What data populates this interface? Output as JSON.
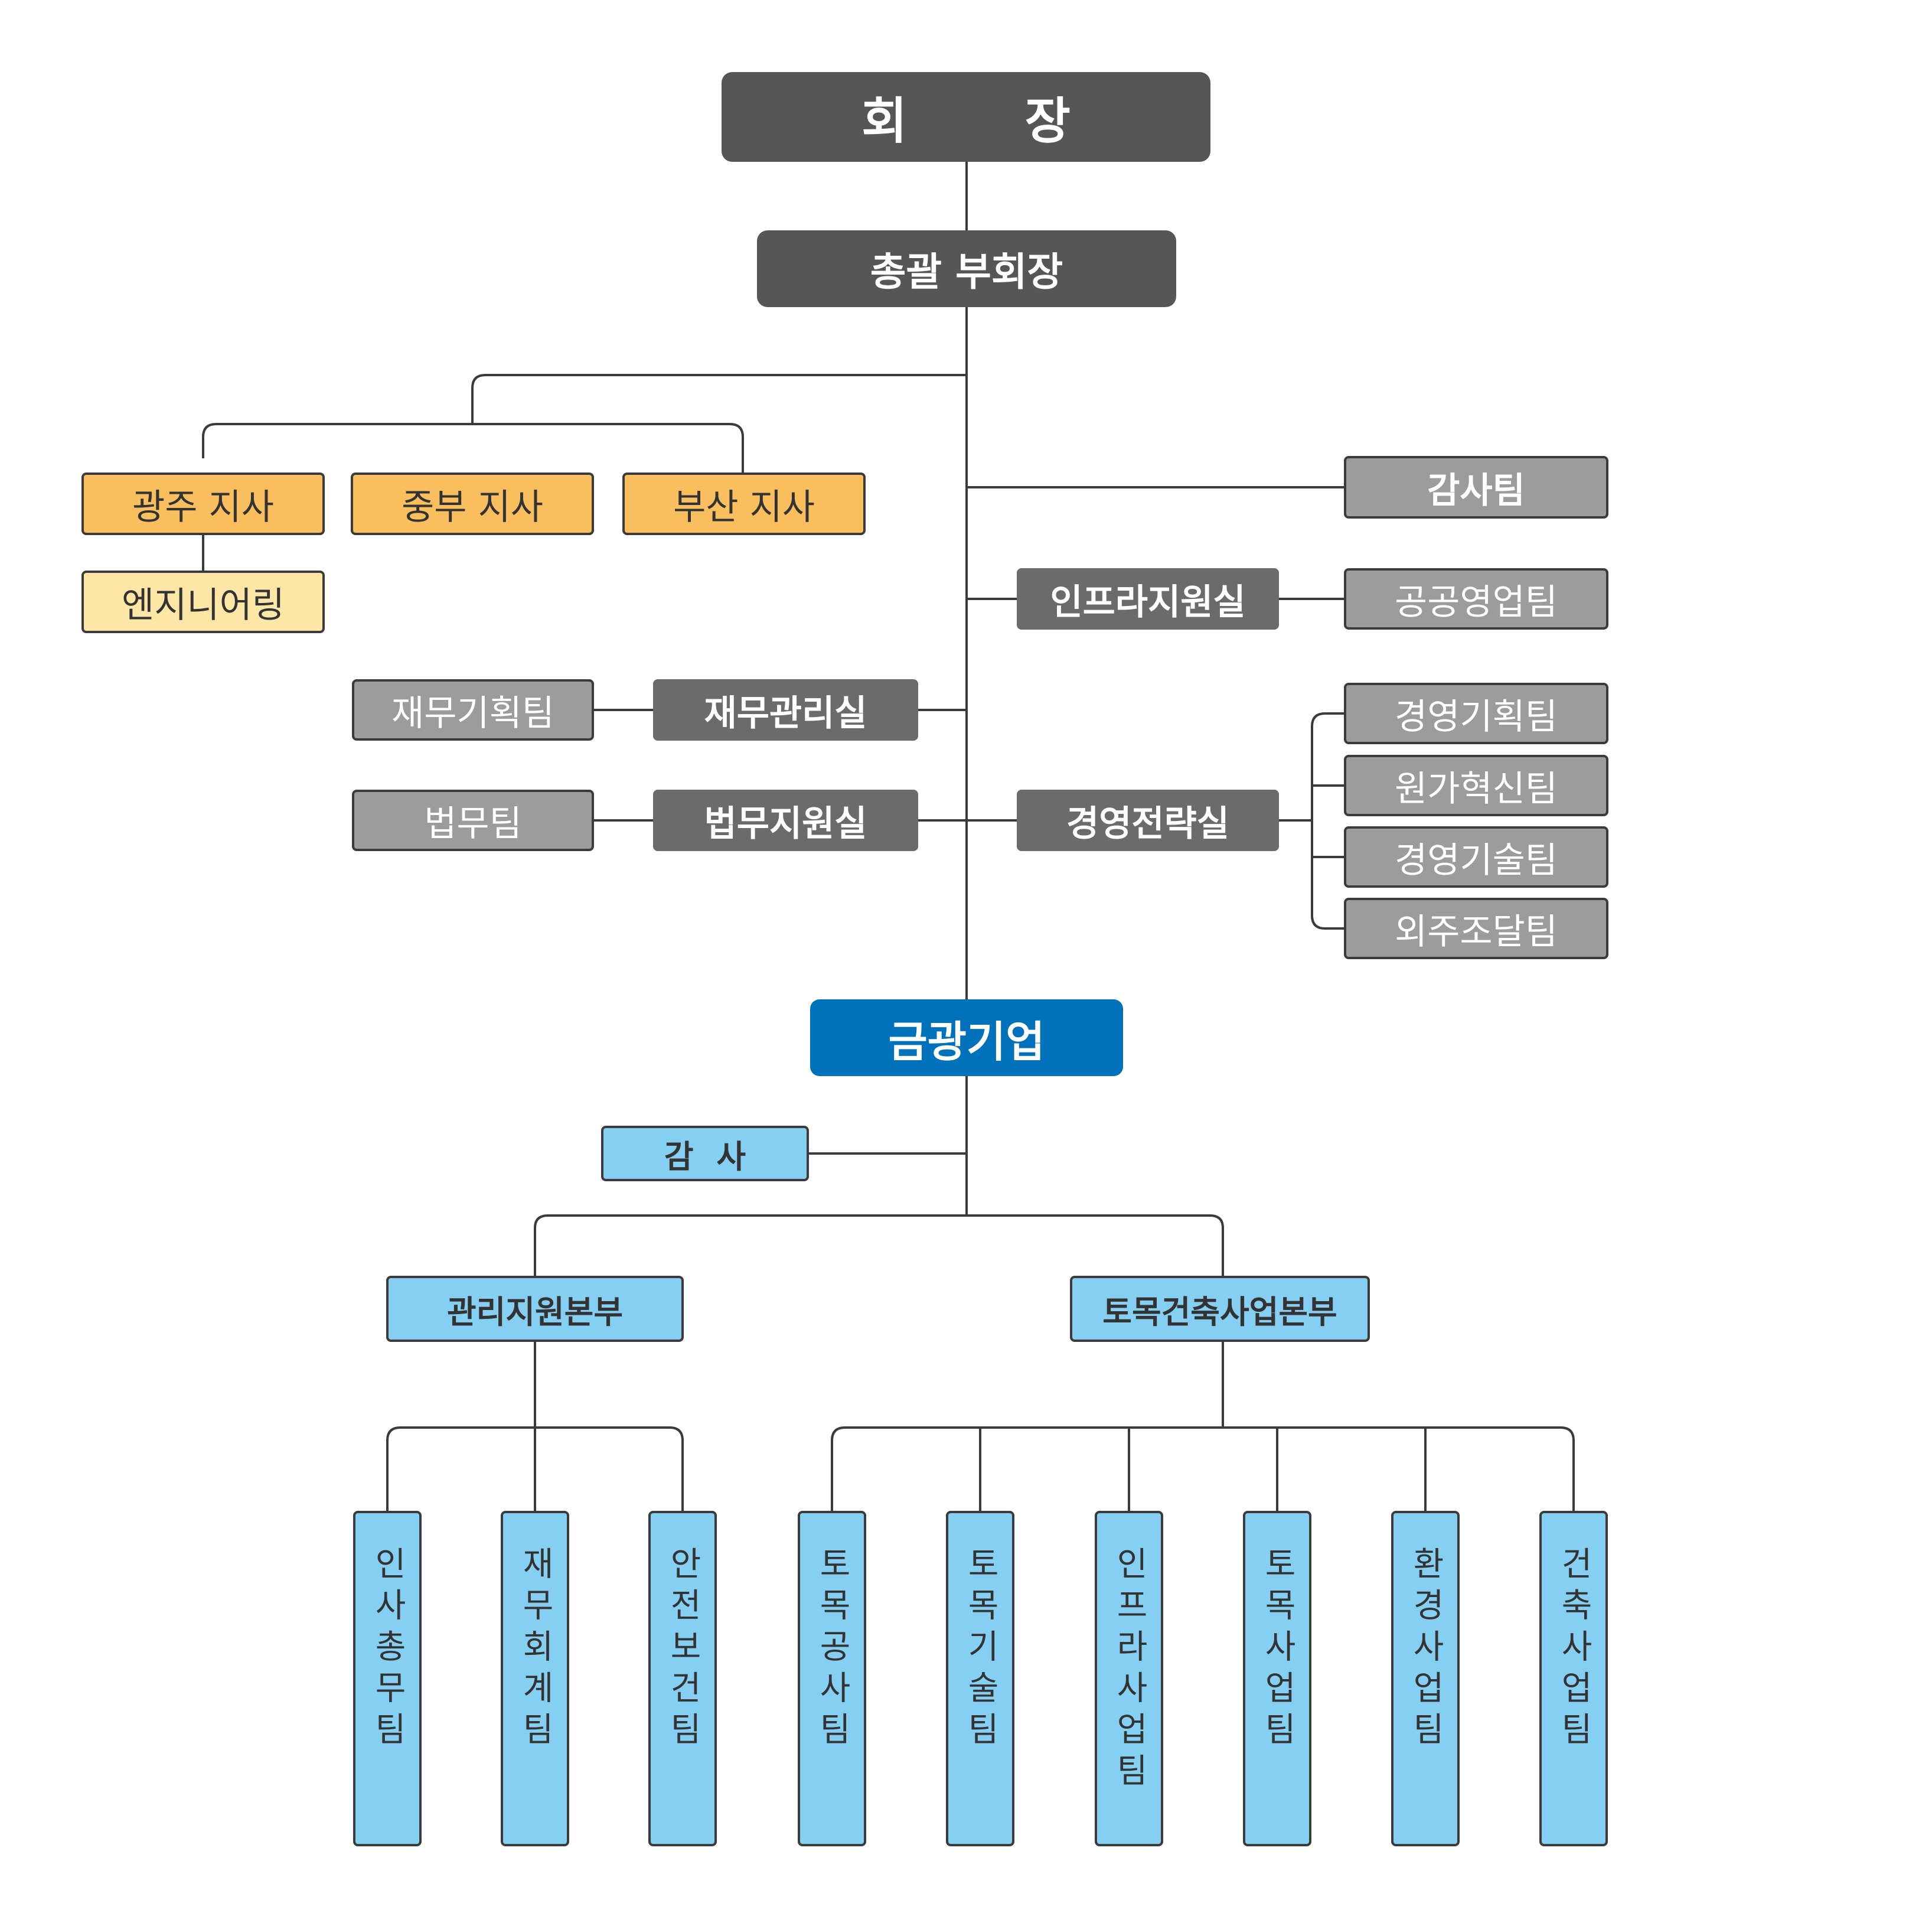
{
  "chairman": "회 장",
  "vice_chairman": "총괄 부회장",
  "branches": [
    "광주 지사",
    "중부 지사",
    "부산 지사"
  ],
  "engineering": "엔지니어링",
  "audit_team": "감사팀",
  "infra_support": {
    "office": "인프라지원실",
    "team": "공공영업팀"
  },
  "finance": {
    "office": "재무관리실",
    "team": "재무기획팀"
  },
  "legal": {
    "office": "법무지원실",
    "team": "법무팀"
  },
  "strategy": {
    "office": "경영전략실",
    "teams": [
      "경영기획팀",
      "원가혁신팀",
      "경영기술팀",
      "외주조달팀"
    ]
  },
  "company": "금광기업",
  "auditor": "감 사",
  "divisions": {
    "admin": {
      "name": "관리지원본부",
      "teams": [
        "인사총무팀",
        "재무회계팀",
        "안전보건팀"
      ]
    },
    "civil": {
      "name": "토목건축사업본부",
      "teams": [
        "토목공사팀",
        "토목기술팀",
        "인프라사업팀",
        "토목사업팀",
        "환경사업팀",
        "건축사업팀"
      ]
    }
  }
}
